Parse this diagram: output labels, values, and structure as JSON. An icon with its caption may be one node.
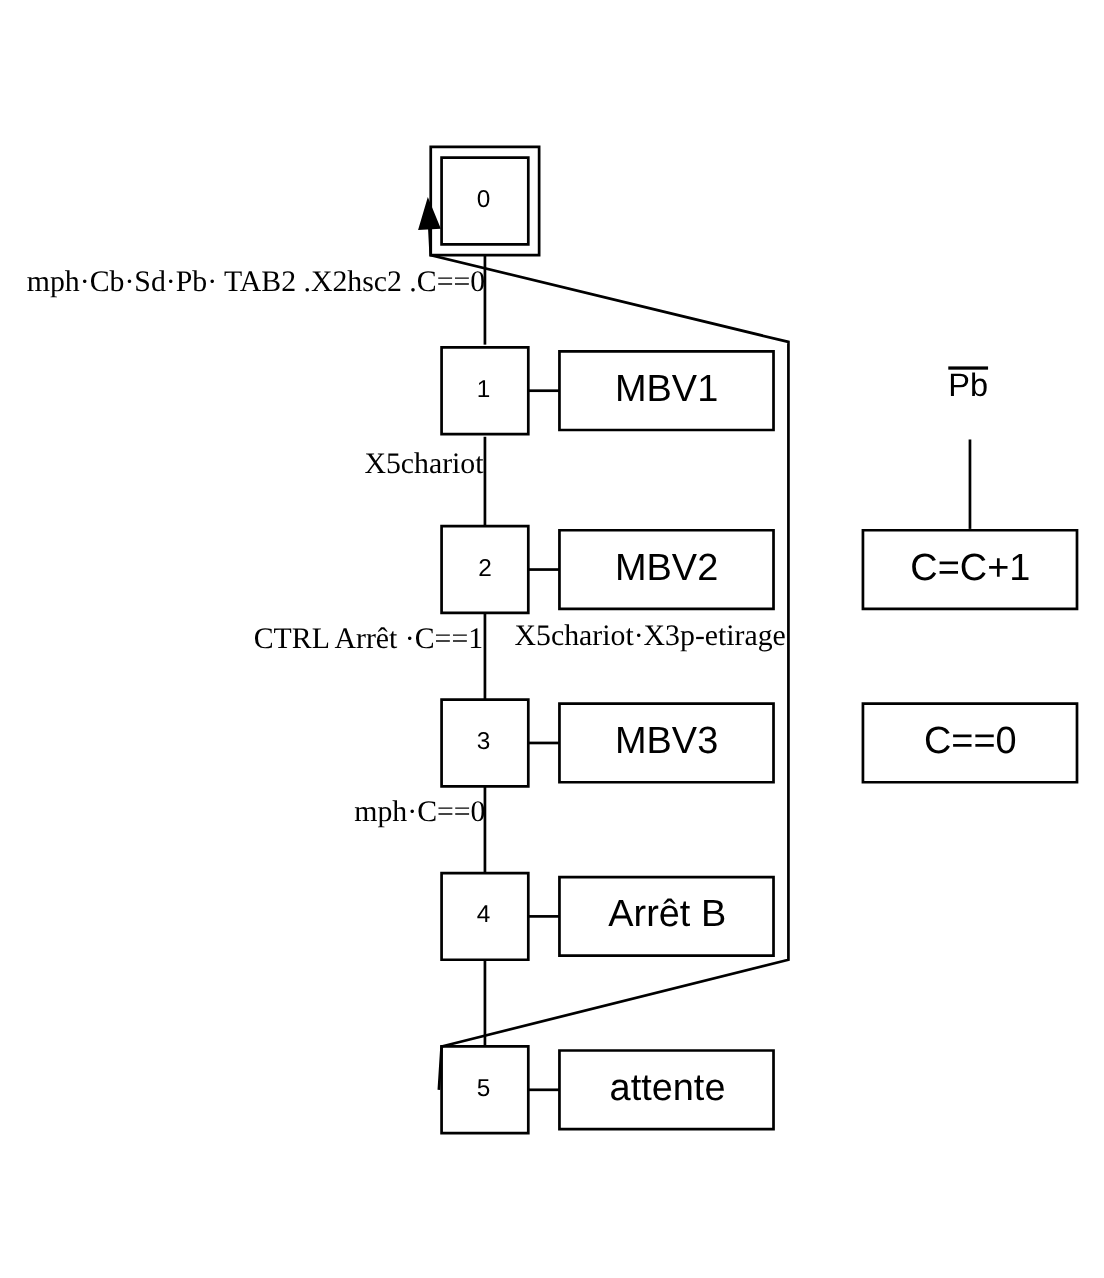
{
  "diagram": {
    "nodes": [
      {
        "text": [
          "0"
        ]
      },
      {
        "text": [
          "1"
        ]
      },
      {
        "text": [
          "MBV1"
        ]
      },
      {
        "text": [
          "2"
        ]
      },
      {
        "text": [
          "MBV2"
        ]
      },
      {
        "text": [
          "C=C+1"
        ]
      },
      {
        "text": [
          "Pb"
        ]
      },
      {
        "text": [
          "3"
        ]
      },
      {
        "text": [
          "MBV3"
        ]
      },
      {
        "text": [
          "C==0"
        ]
      },
      {
        "text": [
          "4"
        ]
      },
      {
        "text": [
          "Arrêt B"
        ]
      },
      {
        "text": [
          "5"
        ]
      },
      {
        "text": [
          "attente"
        ]
      }
    ],
    "edges": [
      {
        "from": 0,
        "to": 1,
        "arrow": "none",
        "label": "mph·Cb·Sd·Pb· TAB2 .X2hsc2 .C==0"
      },
      {
        "from": 1,
        "to": 2,
        "arrow": "none"
      },
      {
        "from": 1,
        "to": 3,
        "arrow": "none",
        "label": "X5chariot"
      },
      {
        "from": 3,
        "to": 4,
        "arrow": "none"
      },
      {
        "from": 6,
        "to": 5,
        "arrow": "none"
      },
      {
        "from": 3,
        "to": 7,
        "arrow": "none",
        "label": "CTRL Arrêt ·C==1"
      },
      {
        "from": 7,
        "to": 8,
        "arrow": "none"
      },
      {
        "from": 7,
        "to": 10,
        "arrow": "none",
        "label": "mph·C==0"
      },
      {
        "from": 10,
        "to": 11,
        "arrow": "none"
      },
      {
        "from": 10,
        "to": 12,
        "arrow": "none"
      },
      {
        "from": 12,
        "to": 13,
        "arrow": "none"
      },
      {
        "from": 12,
        "to": 0,
        "arrow": "to",
        "label": "X5chariot·X3p-etirage"
      }
    ]
  }
}
